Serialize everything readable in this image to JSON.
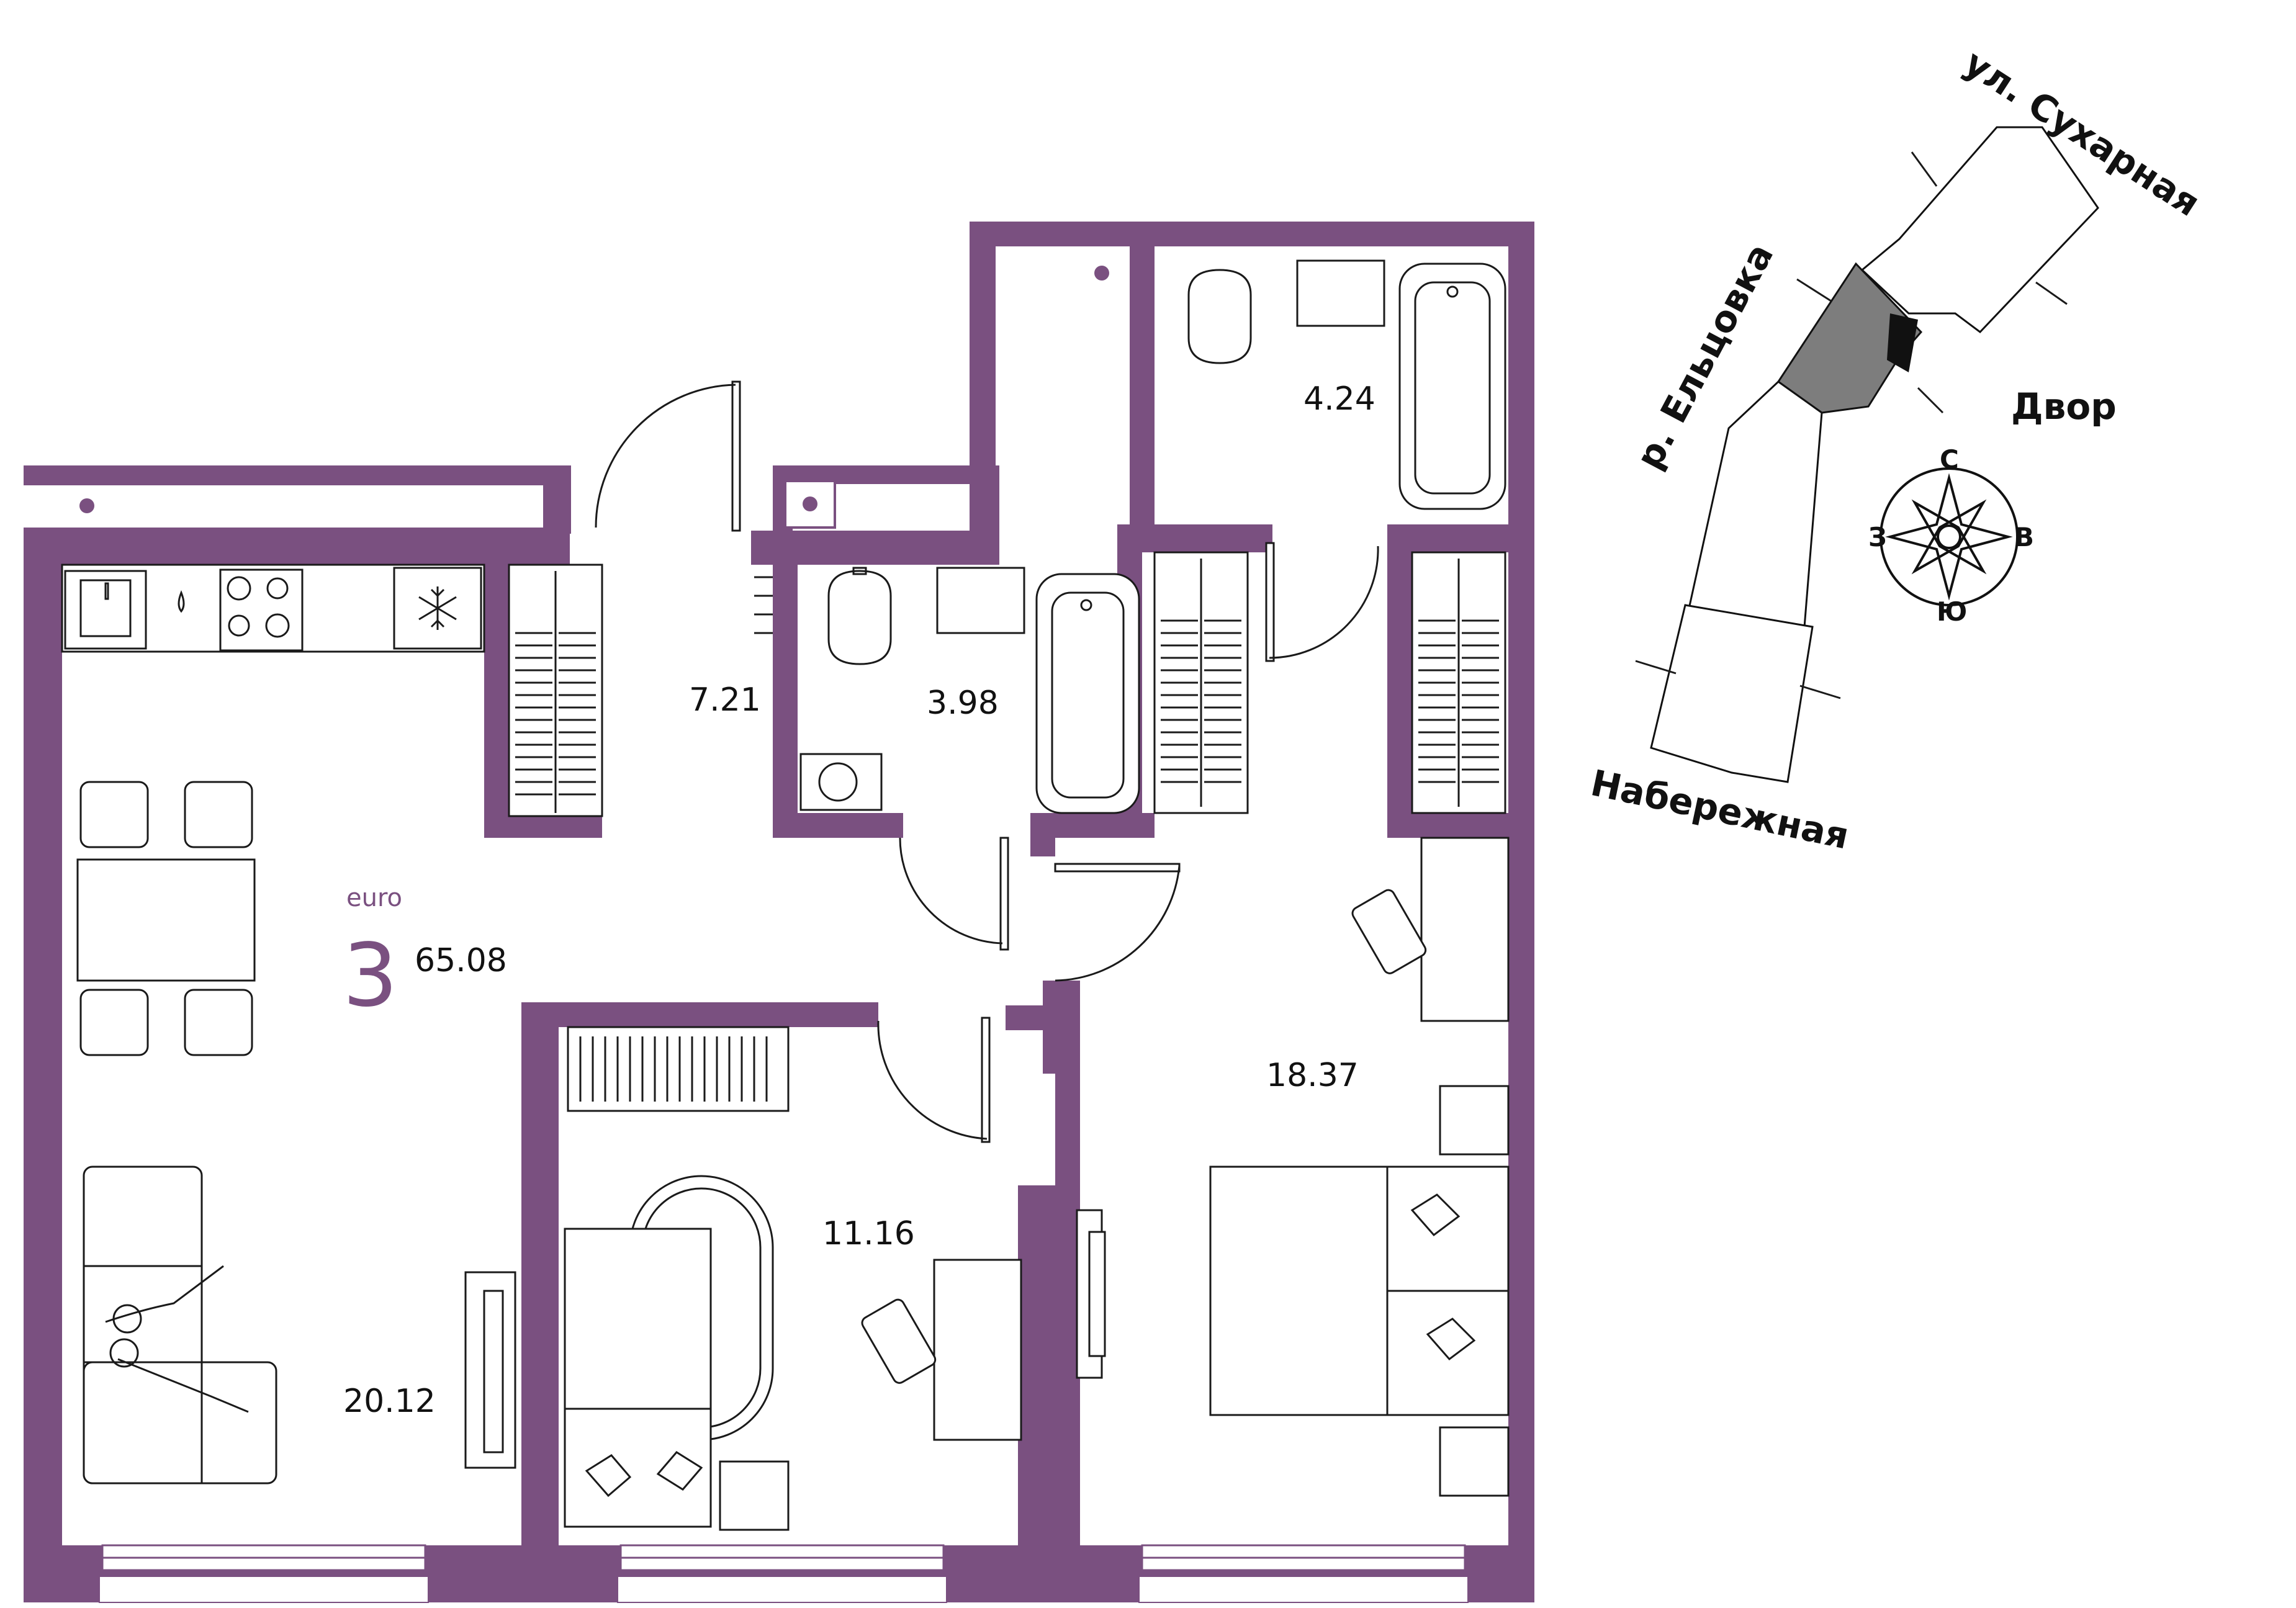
{
  "apartment": {
    "type_label": "euro",
    "rooms": "3",
    "total_area": "65.08"
  },
  "rooms": [
    {
      "id": "living-kitchen",
      "area": "20.12"
    },
    {
      "id": "hallway",
      "area": "7.21"
    },
    {
      "id": "bathroom-1",
      "area": "3.98"
    },
    {
      "id": "bathroom-2",
      "area": "4.24"
    },
    {
      "id": "bedroom-1",
      "area": "11.16"
    },
    {
      "id": "bedroom-2",
      "area": "18.37"
    }
  ],
  "site_plan": {
    "street_1": "ул. Сухарная",
    "river": "р. Ельцовка",
    "yard": "Двор",
    "embankment": "Набережная",
    "compass": {
      "north": "С",
      "south": "Ю",
      "west": "З",
      "east": "В"
    }
  },
  "colors": {
    "wall": "#7a5080",
    "accent": "#7a5080",
    "building_highlight": "#7d7d7d",
    "apartment_highlight": "#111111"
  }
}
